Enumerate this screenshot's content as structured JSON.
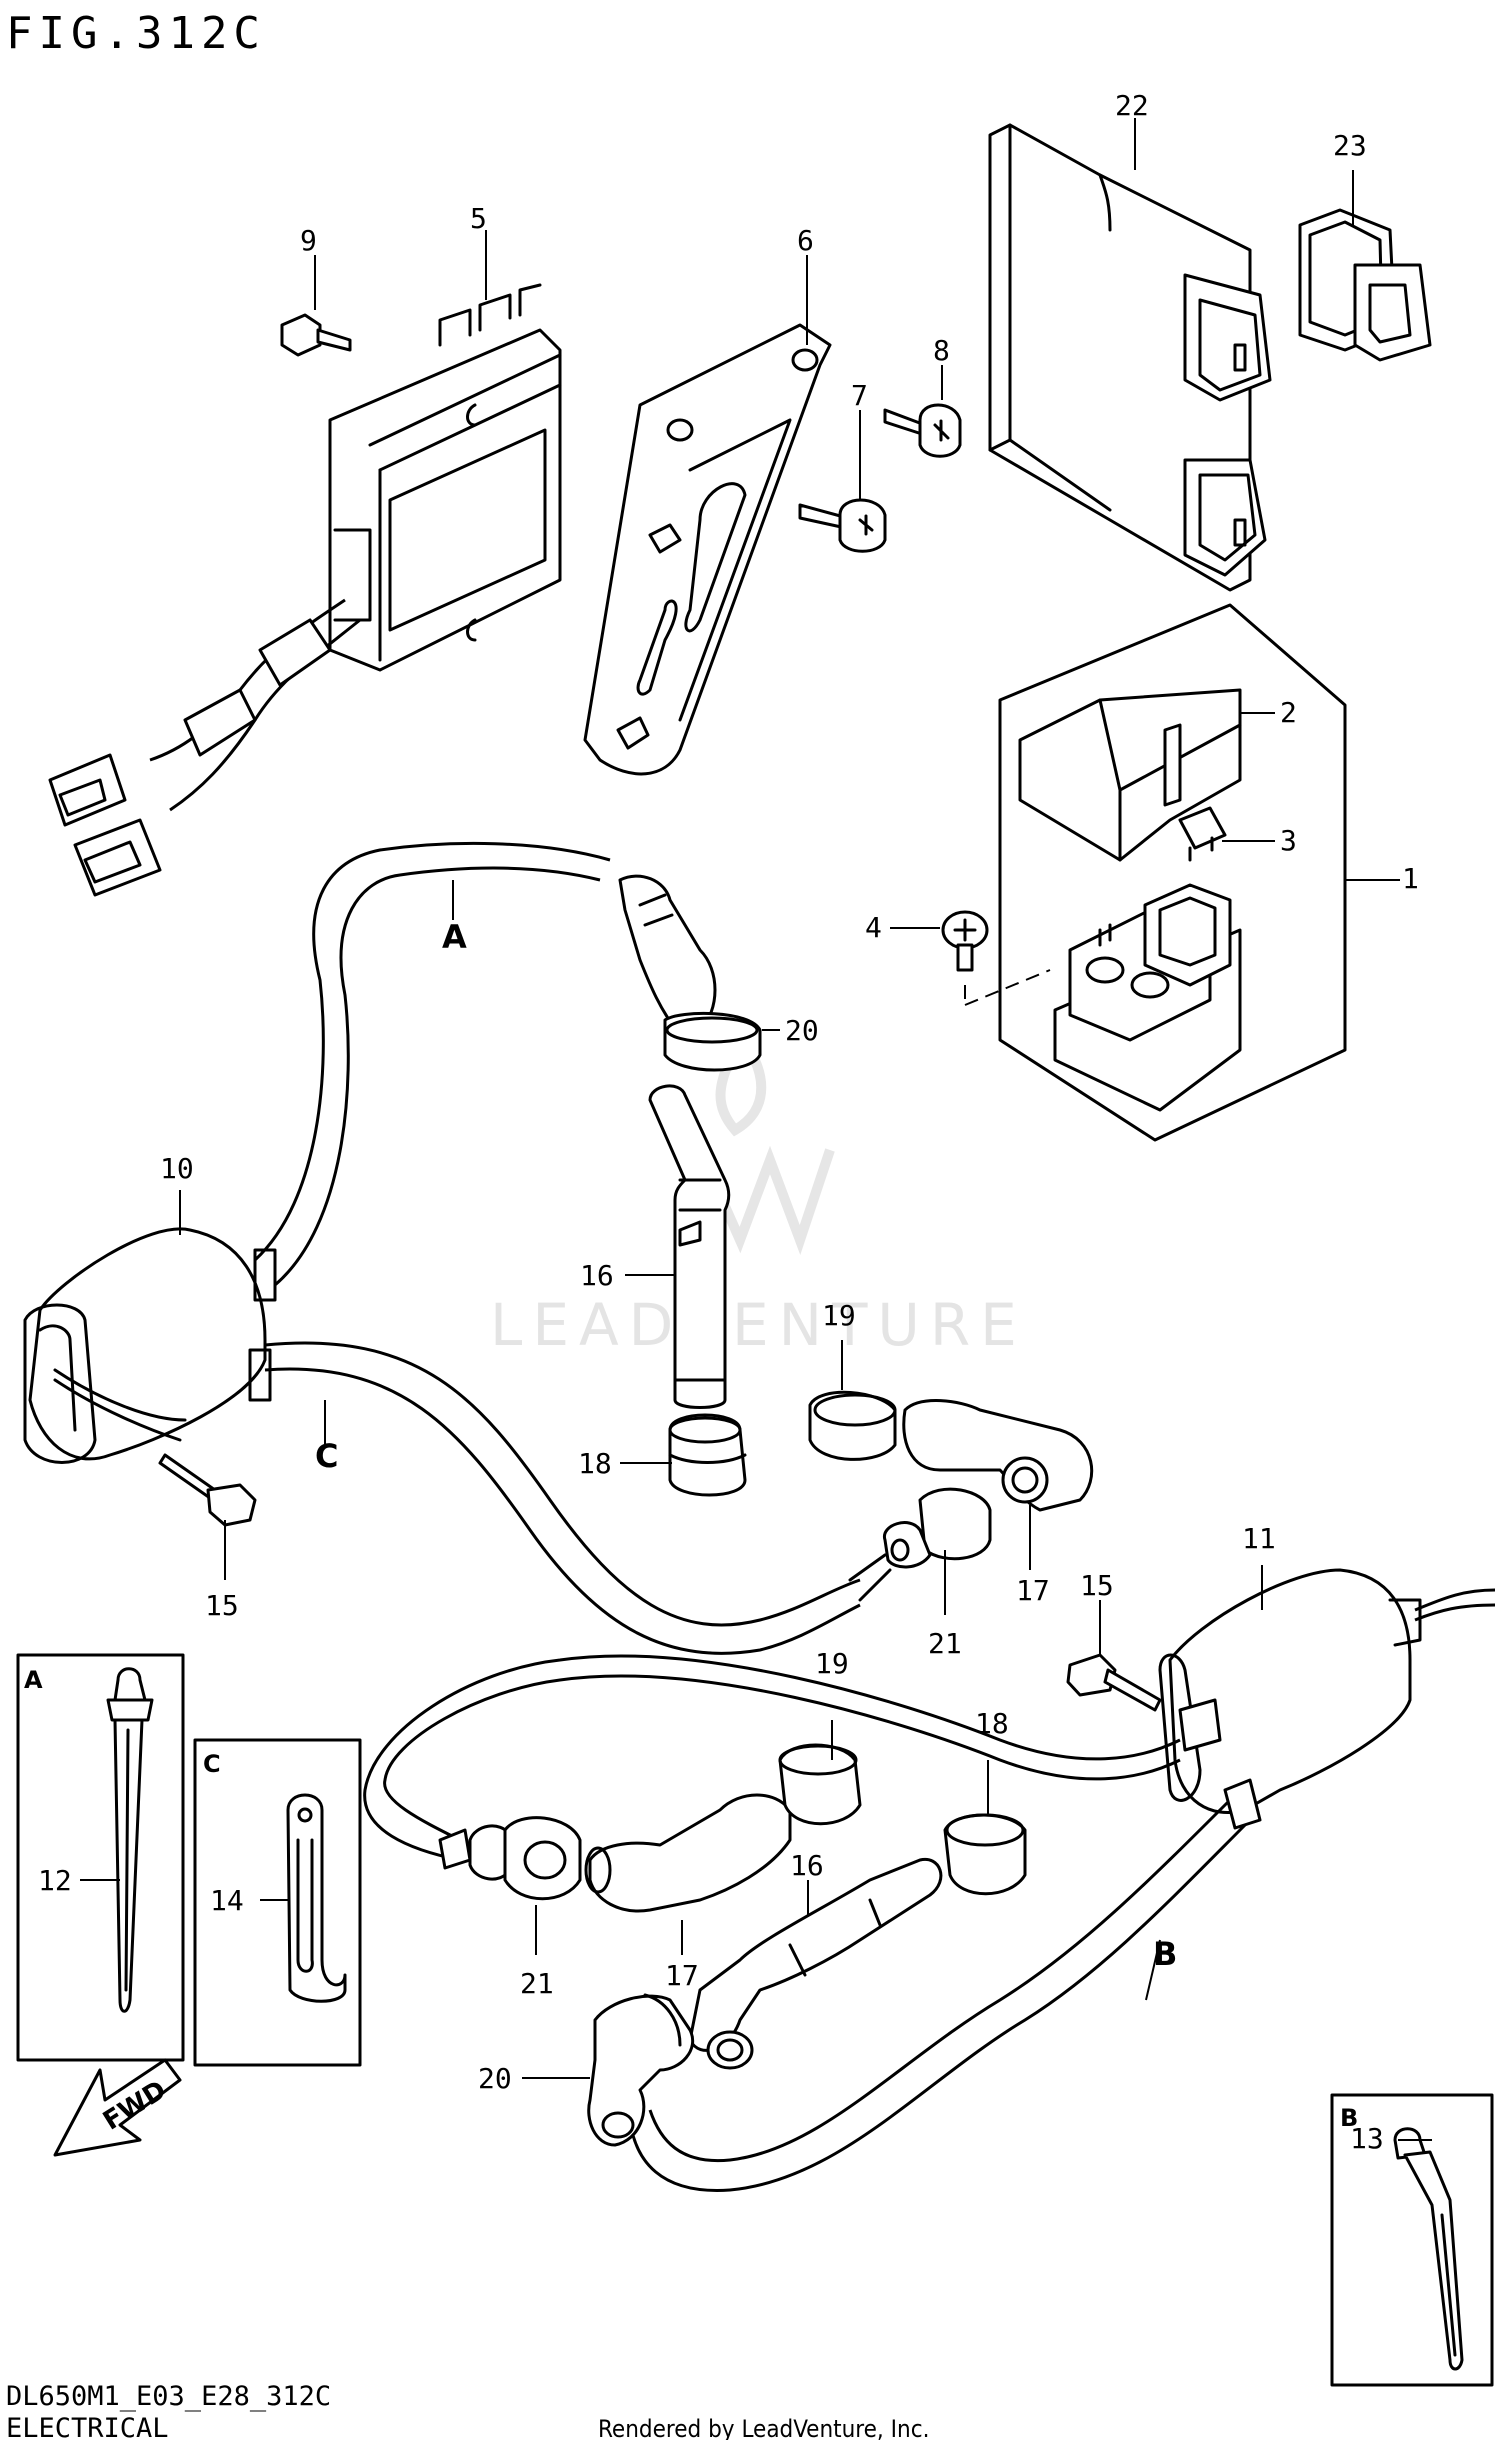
{
  "header": {
    "figure_title": "FIG.312C"
  },
  "watermark": {
    "brand": "LEADVENTURE"
  },
  "footer": {
    "diagram_code": "DL650M1_E03_E28_312C",
    "section_name": "ELECTRICAL",
    "credit": "Rendered by LeadVenture, Inc."
  },
  "callouts": {
    "p1": "1",
    "p2": "2",
    "p3": "3",
    "p4": "4",
    "p5": "5",
    "p6": "6",
    "p7": "7",
    "p8": "8",
    "p9": "9",
    "p10": "10",
    "p11": "11",
    "p12": "12",
    "p13": "13",
    "p14": "14",
    "p15a": "15",
    "p15b": "15",
    "p16a": "16",
    "p16b": "16",
    "p17a": "17",
    "p17b": "17",
    "p18a": "18",
    "p18b": "18",
    "p19a": "19",
    "p19b": "19",
    "p20a": "20",
    "p20b": "20",
    "p21a": "21",
    "p21b": "21",
    "p22": "22",
    "p23": "23"
  },
  "view_refs": {
    "a": "A",
    "b": "B",
    "c": "C"
  },
  "detail_boxes": {
    "a": "A",
    "b": "B",
    "c": "C"
  },
  "fwd_label": "FWD"
}
